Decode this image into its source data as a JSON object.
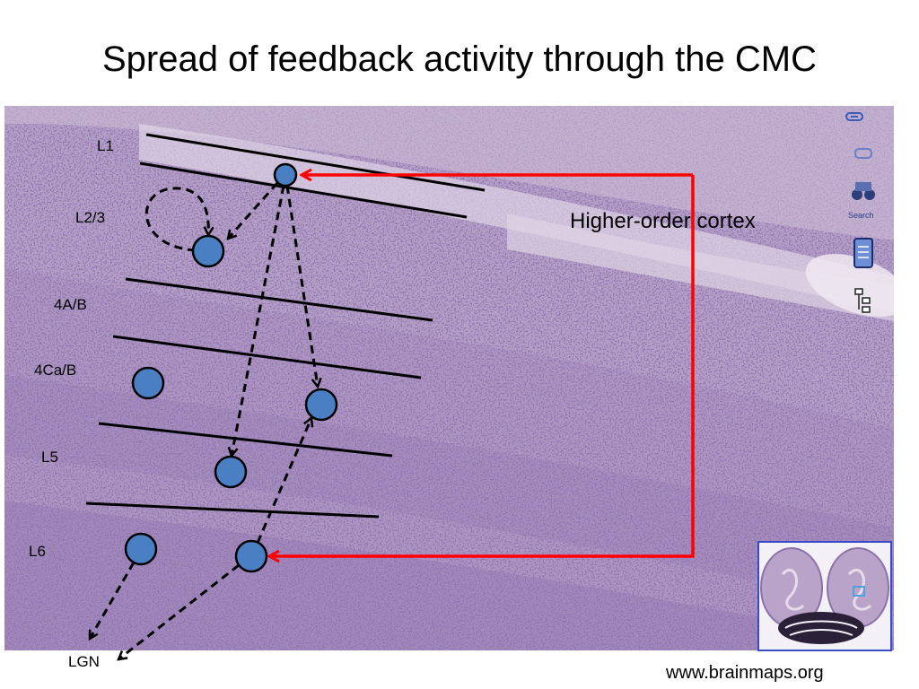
{
  "slide": {
    "title": "Spread of feedback activity through the CMC",
    "source_credit": "www.brainmaps.org"
  },
  "layers": [
    "L1",
    "L2/3",
    "4A/B",
    "4Ca/B",
    "L5",
    "L6"
  ],
  "labels": {
    "higher_order": "Higher-order cortex",
    "lgn": "LGN"
  },
  "viewer_toolbar": {
    "search_label": "Search"
  },
  "colors": {
    "neuron_fill": "#4a7fc4",
    "feedback_arrow": "#ff0000",
    "tissue_base": "#b6a4c6",
    "tissue_stain": "#5b3a8a"
  }
}
